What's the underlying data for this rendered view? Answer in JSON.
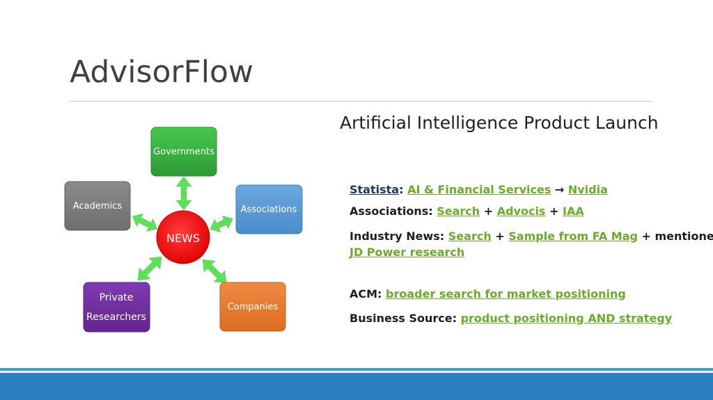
{
  "slide": {
    "title": "AdvisorFlow",
    "subtitle": "Artificial Intelligence Product Launch"
  },
  "diagram": {
    "center": "NEWS",
    "nodes": {
      "governments": "Governments",
      "academics": "Academics",
      "associations": "Associations",
      "private_line1": "Private",
      "private_line2": "Researchers",
      "companies": "Companies"
    },
    "colors": {
      "governments": "#3cb043",
      "academics": "#7f7f7f",
      "associations": "#5b9bd5",
      "private": "#7030a0",
      "companies": "#ed7d31",
      "news": "#ff1a1a",
      "arrows": "#5fe05a"
    }
  },
  "sources": {
    "statista": {
      "label": "Statista",
      "sep": ":",
      "link1": "AI & Financial Services",
      "arrow": "→",
      "link2": "Nvidia"
    },
    "associations": {
      "label": "Associations:",
      "link1": "Search",
      "plus1": "+",
      "link2": "Advocis",
      "plus2": "+",
      "link3": "IAA"
    },
    "industry": {
      "label": "Industry News:",
      "link1": "Search",
      "plus1": "+",
      "link2": "Sample from FA Mag",
      "tail": "+ mentioned",
      "link3": "JD Power research"
    },
    "acm": {
      "label": "ACM:",
      "link": "broader search for market positioning"
    },
    "business": {
      "label": "Business Source:",
      "link": "product positioning AND strategy"
    }
  }
}
